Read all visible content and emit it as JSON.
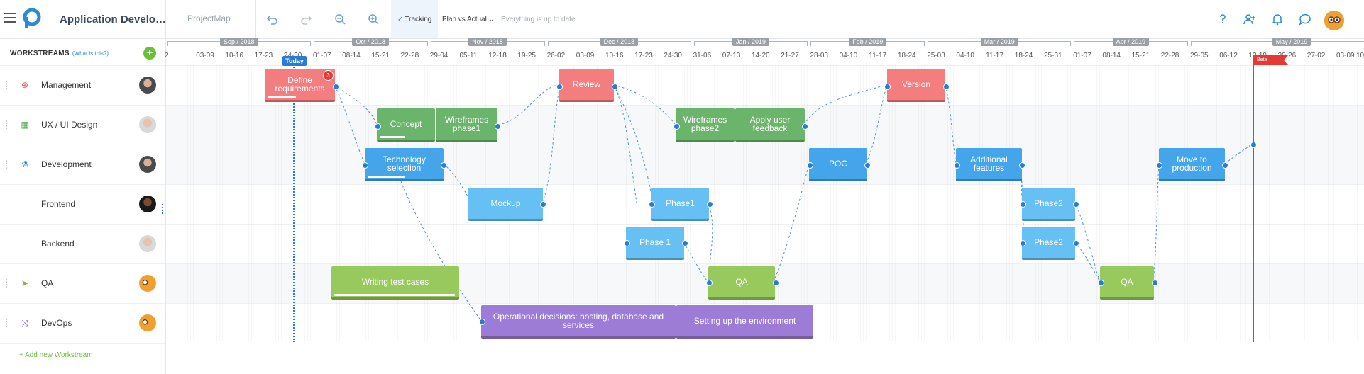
{
  "app": {
    "title": "Application Develo…",
    "view": "ProjectMap",
    "tracking_label": "Tracking",
    "plan_vs_actual_label": "Plan vs Actual",
    "status_text": "Everything is up to date"
  },
  "sidebar": {
    "header": "WORKSTREAMS",
    "help_link": "(What is this?)",
    "add_new": "+ Add new Workstream",
    "workstreams": [
      {
        "name": "Management",
        "icon": "globe-icon",
        "color": "#e85a5a"
      },
      {
        "name": "UX / UI Design",
        "icon": "calendar-icon",
        "color": "#4cae4c"
      },
      {
        "name": "Development",
        "icon": "flask-icon",
        "color": "#2a8ad6"
      },
      {
        "name": "Frontend",
        "icon": "",
        "color": "#2a8ad6"
      },
      {
        "name": "Backend",
        "icon": "",
        "color": "#2a8ad6"
      },
      {
        "name": "QA",
        "icon": "send-icon",
        "color": "#7cb342"
      },
      {
        "name": "DevOps",
        "icon": "shuffle-icon",
        "color": "#7b55c7"
      }
    ]
  },
  "timeline": {
    "months": [
      "Sep / 2018",
      "Oct / 2018",
      "Nov / 2018",
      "Dec / 2018",
      "Jan / 2019",
      "Feb / 2019",
      "Mar / 2019",
      "Apr / 2019",
      "May / 2019"
    ],
    "weeks": [
      "2",
      "03-09",
      "10-16",
      "17-23",
      "24-30",
      "01-07",
      "08-14",
      "15-21",
      "22-28",
      "29-04",
      "05-11",
      "12-18",
      "19-25",
      "26-02",
      "03-09",
      "10-16",
      "17-23",
      "24-30",
      "31-06",
      "07-13",
      "14-20",
      "21-27",
      "28-03",
      "04-10",
      "11-17",
      "18-24",
      "25-03",
      "04-10",
      "11-17",
      "18-24",
      "25-31",
      "01-07",
      "08-14",
      "15-21",
      "22-28",
      "29-05",
      "06-12",
      "13-19",
      "20-26",
      "27-02",
      "03-09",
      "10"
    ],
    "today_label": "Today",
    "beta_label": "Beta"
  },
  "tasks": [
    {
      "label": "Define requirements",
      "badge": "3",
      "color": "red"
    },
    {
      "label": "Review",
      "color": "red"
    },
    {
      "label": "Version",
      "color": "red"
    },
    {
      "label": "Concept",
      "color": "green"
    },
    {
      "label": "Wireframes phase1",
      "color": "green"
    },
    {
      "label": "Wireframes phase2",
      "color": "green"
    },
    {
      "label": "Apply user feedback",
      "color": "green"
    },
    {
      "label": "Technology selection",
      "color": "blue"
    },
    {
      "label": "POC",
      "color": "blue"
    },
    {
      "label": "Additional features",
      "color": "blue"
    },
    {
      "label": "Move to production",
      "color": "blue"
    },
    {
      "label": "Mockup",
      "color": "lightblue"
    },
    {
      "label": "Phase1",
      "color": "lightblue"
    },
    {
      "label": "Phase2",
      "color": "lightblue"
    },
    {
      "label": "Phase 1",
      "color": "lightblue"
    },
    {
      "label": "Phase2",
      "color": "lightblue"
    },
    {
      "label": "Writing test cases",
      "color": "lime"
    },
    {
      "label": "QA",
      "color": "lime"
    },
    {
      "label": "QA",
      "color": "lime"
    },
    {
      "label": "Operational decisions: hosting, database and services",
      "color": "purple"
    },
    {
      "label": "Setting up the environment",
      "color": "purple"
    }
  ]
}
